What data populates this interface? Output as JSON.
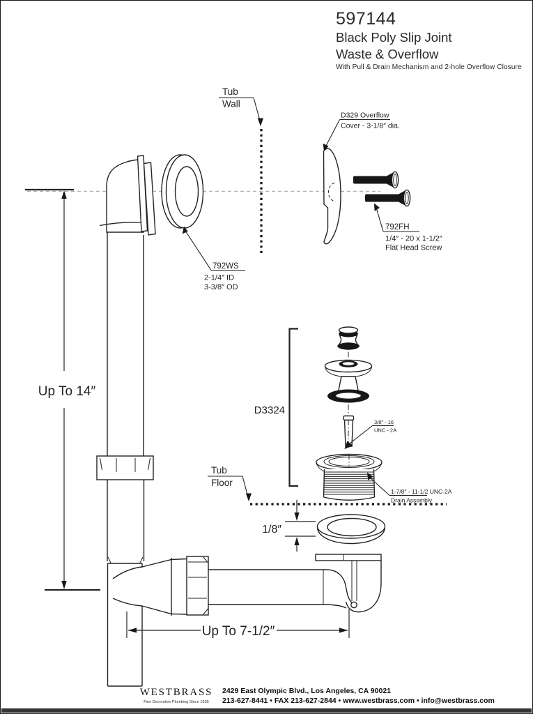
{
  "page": {
    "line_color": "#232323",
    "centerline_color": "#b3b3b3",
    "bottom_bar_color": "#343434",
    "background": "#ffffff"
  },
  "header": {
    "model": "597144",
    "title_line1": "Black Poly Slip Joint",
    "title_line2": "Waste & Overflow",
    "subtitle": "With Pull & Drain Mechanism and 2-hole Overflow Closure"
  },
  "diagram": {
    "tub_wall": {
      "line1": "Tub",
      "line2": "Wall"
    },
    "tub_floor": {
      "line1": "Tub",
      "line2": "Floor"
    },
    "overflow_cover": {
      "line1": "D329 Overflow",
      "line2": "Cover - 3-1/8″ dia."
    },
    "screws": {
      "part": "792FH",
      "spec": "1/4″ - 20 x 1-1/2″",
      "name": "Flat Head Screw"
    },
    "washer": {
      "part": "792WS",
      "id": "2-1/4″ ID",
      "od": "3-3/8″ OD"
    },
    "stopper_assembly": {
      "part": "D3324"
    },
    "stem_thread": {
      "line1": "3/8″ - 16",
      "line2": "UNC - 2A"
    },
    "drain": {
      "line1": "1-7/8″ - 11-1/2 UNC-2A",
      "line2": "Drain Assembly"
    },
    "dims": {
      "height": "Up To 14″",
      "washer_thickness": "1/8″",
      "length": "Up To 7-1/2″"
    }
  },
  "footer": {
    "brand": "WESTBRASS",
    "tagline": "Fine Decorative Plumbing Since 1935",
    "address": "2429 East Olympic Blvd., Los Angeles, CA  90021",
    "contact": "213-627-8441 • FAX 213-627-2844 • www.westbrass.com • info@westbrass.com"
  }
}
